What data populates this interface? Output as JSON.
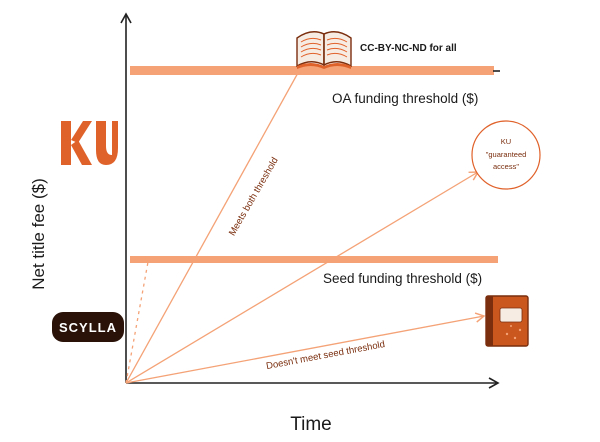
{
  "axes": {
    "y_label": "Net title fee ($)",
    "x_label": "Time"
  },
  "thresholds": {
    "oa": "OA funding threshold ($)",
    "seed": "Seed funding threshold ($)"
  },
  "license": "CC-BY-NC-ND for all",
  "arrows": {
    "upper": "Meets both threshold",
    "lower": "Doesn't meet seed threshold"
  },
  "ku_badge": {
    "line1": "KU",
    "line2": "\"guaranteed",
    "line3": "access\""
  },
  "logos": {
    "scylla": "SCYLLA"
  },
  "colors": {
    "accent": "#f4a276",
    "accent_dark": "#e0622b",
    "brown": "#7a2e0e",
    "logo_dark": "#2a1208"
  }
}
